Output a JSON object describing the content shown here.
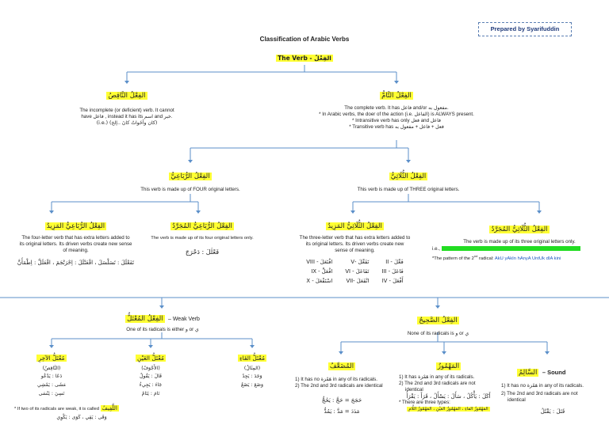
{
  "prepared_by": "Prepared by Syarifuddin",
  "title": "Classification of Arabic Verbs",
  "root": {
    "label": "The Verb - الفِعْلُ"
  },
  "naqis": {
    "label": "الفِعْلُ النَّاقِصُ",
    "line1": "The incomplete (or deficient) verb. It cannot",
    "line2": "have فاعل , instead it has its اسم and خبر.",
    "line3": "(i.e.) (كان وأخَواتُ كانَ ..إلخ)"
  },
  "tamm": {
    "label": "الفِعْلُ التَّامُّ",
    "line1": "The complete verb. It has فاعل and/or مفعول به.",
    "line2": "* In Arabic verbs, the doer of the action (i.e. الفاعل) is ALWAYS present.",
    "line3": "* Intransitive verb has only فعل and فاعل",
    "line4": "* Transitive verb has فعل + فاعل + مفعول به"
  },
  "rubai": {
    "label": "الفِعْلُ الرُّبَاعِيُّ",
    "desc": "This verb is made up of FOUR original letters."
  },
  "thulathi": {
    "label": "الفِعْلُ الثُّلَاثِيُّ",
    "desc": "This verb is made up of THREE original letters."
  },
  "rubai_mazid": {
    "label": "الفِعْلُ الرُّبَاعِيُّ المَزِيدُ",
    "line1": "The four-letter verb that has extra letters added to",
    "line2": "its original letters. Its driven verbs create new sense",
    "line3": "of meaning.",
    "examples": "تَفَعْلَلَ : تَسَلْسَلَ ، افْعَنْلَلَ : اِحْرَنْجَمَ ، افْعَلَلَّ : اِطْمَأَنَّ"
  },
  "rubai_mujarrad": {
    "label": "الفِعْلُ الرُّبَاعِيُّ المُجَرَّدُ",
    "desc": "The verb is made up of its four original letters only.",
    "example": "فَعْلَلَ : دَحْرَجَ"
  },
  "thulathi_mazid": {
    "label": "الفِعْلُ الثُّلَاثِيُّ المَزِيدُ",
    "line1": "The three-letter verb that has extra letters added to",
    "line2": "its original letters. Its driven verbs create new",
    "line3": "sense of meaning.",
    "forms": [
      [
        "افْتَعَلَ - VIII",
        "تَفَعَّلَ -V",
        "فَعَّلَ - II"
      ],
      [
        "افْعَلَّ - IX",
        "تَفَاعَلَ - VI",
        "فَاعَلَ - III"
      ],
      [
        "اسْتَفْعَلَ - X",
        "انْفَعَلَ -VII",
        "أَفْعَلَ - IV"
      ]
    ]
  },
  "thulathi_mujarrad": {
    "label": "الفِعْلُ الثُّلَاثِيُّ المُجَرَّدُ",
    "desc": "The verb is made up of its three original letters only.",
    "ie": "i.e.,",
    "pattern_prefix": "*The pattern of the 2",
    "pattern_sup": "nd",
    "pattern_mid": " radical:",
    "pattern_mnemonic": "AkU yAkIn hAnyA UntUk dIA kini"
  },
  "mutal": {
    "label": "الفِعْلُ المُعْتَلُّ",
    "suffix": "– Weak Verb",
    "desc": "One of its radicals is either و or ي"
  },
  "sahih": {
    "label": "الفِعْلُ الصَّحِيحُ",
    "desc": "None of its radicals is و or ي"
  },
  "lafif": {
    "label": "مُعْتَلُّ الآخِرِ",
    "sub": "(النَّاقِصُ)",
    "lines": [
      "دَعَا : يَدْعُو",
      "مَشَى : يَمْشِي",
      "نَسِيَ : يَنْسَى"
    ]
  },
  "ajwaf": {
    "label": "مُعْتَلُّ العَيْنِ",
    "sub": "(الأَجْوَفُ)",
    "lines": [
      "قَالَ : يَقُولُ",
      "جَاءَ : يَجِيءُ",
      "نَامَ : يَنَامُ"
    ]
  },
  "mithal": {
    "label": "مُعْتَلُّ الفَاءِ",
    "sub": "(المِثَالُ)",
    "lines": [
      "وَجَدَ : يَجِدُ",
      "وَضَعَ : يَضَعُ"
    ]
  },
  "lafif_note": {
    "prefix": "* If two of its radicals are weak, it is called",
    "term": "اللَّفِيفُ",
    "example": "وَقَى : يَقِي ، كَوَى : يَكْوِي"
  },
  "mudaaf": {
    "label": "المُضَعَّفُ",
    "line1": "1) It has no هَمْزة in any of its radicals.",
    "line2": "2) The 2nd and 3rd radicals are identical",
    "ex1": "حَجَجَ = حَجَّ : يَحُجُّ",
    "ex2": "مَدَدَ = مَدَّ : يَمُدُّ"
  },
  "mahmuz": {
    "label": "المَهْمُوزُ",
    "line1": "1) It has هَمْزة in any of its radicals.",
    "line2": "2) The 2nd and 3rd radicals are not",
    "line3": "identical",
    "examples": "أَكَلَ : يَأْكُلُ ، سَأَلَ : يَسْأَلُ ، قَرَأَ : يَقْرَأُ",
    "note": "* There are three types:",
    "types": "المَهْمُوزُ الفاءِ ، المَهْمُوزُ العَيْنِ ، المَهْمُوزُ اللَّامِ"
  },
  "salim": {
    "label": "السَّالِمُ",
    "suffix": "– Sound",
    "line1": "1) It has no هَمْزة in any of its radicals.",
    "line2": "2) The 2nd and 3rd radicals are not",
    "line3": "identical",
    "example": "قَتَلَ : يَقْتُلُ"
  },
  "colors": {
    "line": "#5b8fc9",
    "highlight": "#ffff33",
    "green": "#22dd22"
  }
}
